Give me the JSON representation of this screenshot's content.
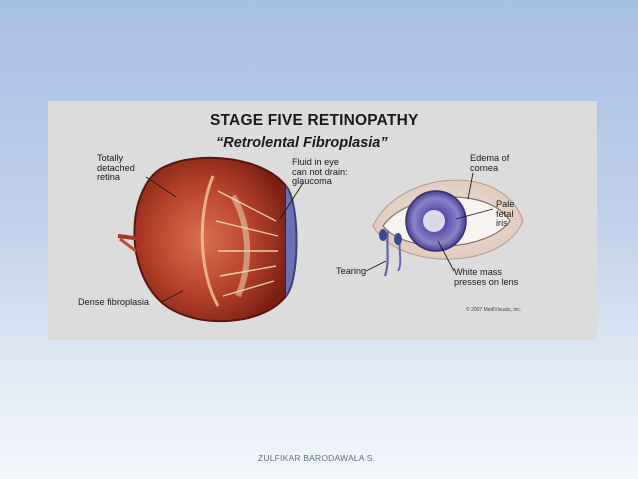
{
  "figure": {
    "title": "STAGE FIVE RETINOPATHY",
    "subtitle": "“Retrolental Fibroplasia”",
    "labels": {
      "totally_detached_retina": [
        "Totally",
        "detached",
        "retina"
      ],
      "fluid_in_eye": [
        "Fluid in eye",
        "can not drain:",
        "glaucoma"
      ],
      "edema_of_cornea": [
        "Edema of",
        "cornea"
      ],
      "pale_fetal_iris": [
        "Pale",
        "fetal",
        "iris"
      ],
      "tearing": "Tearing",
      "white_mass": [
        "White mass",
        "presses on lens"
      ],
      "dense_fibroplasia": "Dense fibroplasia"
    },
    "copyright": "© 2007 MediVisuals, Inc."
  },
  "footer": {
    "author": "ZULFIKAR BARODAWALA  S."
  }
}
